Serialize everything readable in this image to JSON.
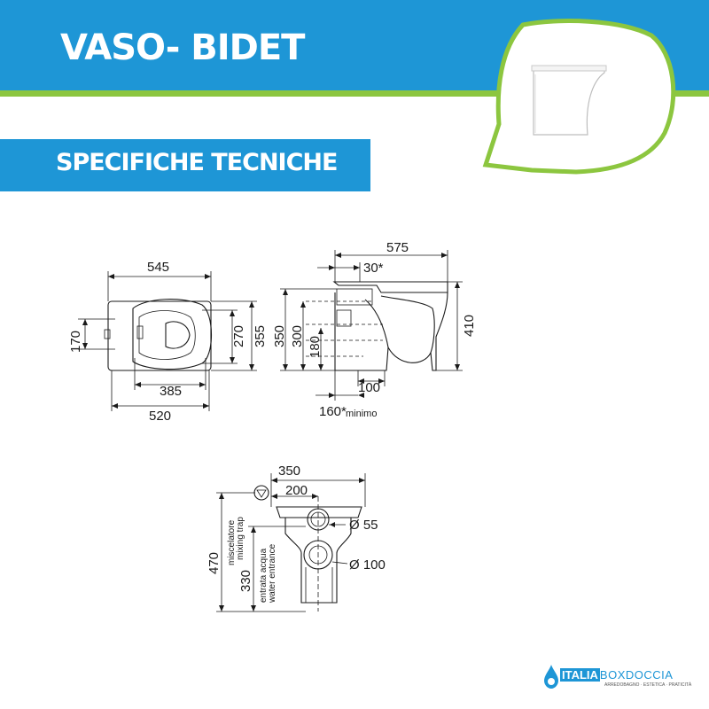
{
  "header": {
    "title": "VASO- BIDET",
    "subtitle": "SPECIFICHE TECNICHE"
  },
  "colors": {
    "brand_blue": "#1e96d6",
    "accent_green": "#8cc63f",
    "background": "#ffffff",
    "line": "#1a1a1a"
  },
  "top_view": {
    "dims": [
      "545",
      "170",
      "270",
      "355",
      "385",
      "520"
    ]
  },
  "side_view": {
    "dims": [
      "575",
      "30*",
      "350",
      "300",
      "180",
      "410",
      "100",
      "160*"
    ],
    "minimo_label": "minimo"
  },
  "rear_view": {
    "dims": [
      "350",
      "200",
      "470",
      "330"
    ],
    "trap_label_1": "miscelatore",
    "trap_label_2": "mixing trap",
    "water_label_1": "entrata acqua",
    "water_label_2": "water entrance",
    "diameter_small": "Ø 55",
    "diameter_large": "Ø 100"
  },
  "logo": {
    "italia": "ITALIA",
    "brand": "BOXDOCCIA",
    "tagline": "ARREDOBAGNO · ESTETICA · PRATICITÀ"
  }
}
